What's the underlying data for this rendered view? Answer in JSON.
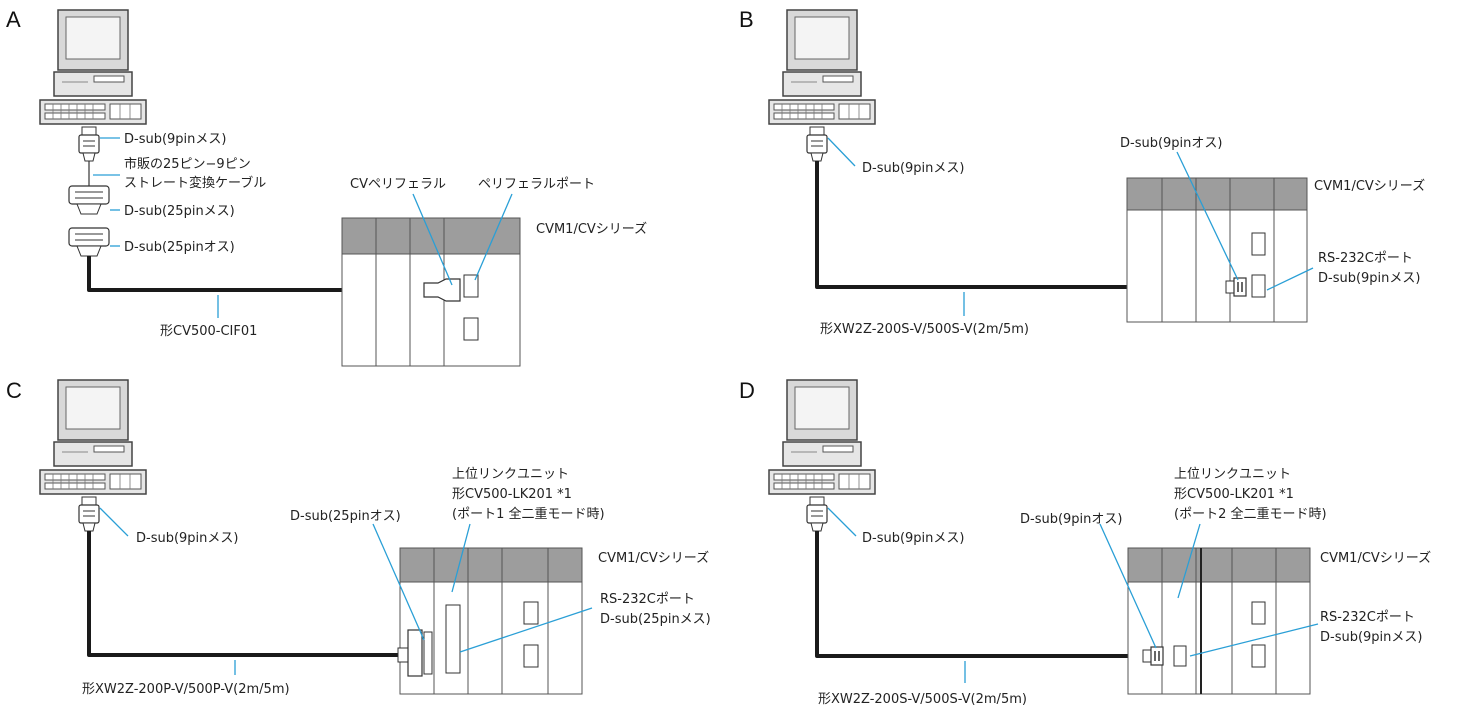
{
  "sections": [
    {
      "id": "A",
      "letter": "A",
      "plc_label": "CVM1/CVシリーズ",
      "cable_label": "形CV500-CIF01",
      "labels": {
        "dsub_9pin_f": "D-sub(9pinメス)",
        "converter_1": "市販の25ピン−9ピン",
        "converter_2": "ストレート変換ケーブル",
        "dsub_25pin_f": "D-sub(25pinメス)",
        "dsub_25pin_m": "D-sub(25pinオス)",
        "cv_peripheral": "CVペリフェラル",
        "peripheral_port": "ペリフェラルポート"
      }
    },
    {
      "id": "B",
      "letter": "B",
      "plc_label": "CVM1/CVシリーズ",
      "cable_label": "形XW2Z-200S-V/500S-V(2m/5m)",
      "labels": {
        "dsub_9pin_f": "D-sub(9pinメス)",
        "dsub_9pin_m": "D-sub(9pinオス)",
        "port_1": "RS-232Cポート",
        "port_2": "D-sub(9pinメス)"
      }
    },
    {
      "id": "C",
      "letter": "C",
      "plc_label": "CVM1/CVシリーズ",
      "cable_label": "形XW2Z-200P-V/500P-V(2m/5m)",
      "labels": {
        "dsub_9pin_f": "D-sub(9pinメス)",
        "dsub_25pin_m": "D-sub(25pinオス)",
        "unit_1": "上位リンクユニット",
        "unit_2": "形CV500-LK201 *1",
        "unit_3": "(ポート1 全二重モード時)",
        "port_1": "RS-232Cポート",
        "port_2": "D-sub(25pinメス)"
      }
    },
    {
      "id": "D",
      "letter": "D",
      "plc_label": "CVM1/CVシリーズ",
      "cable_label": "形XW2Z-200S-V/500S-V(2m/5m)",
      "labels": {
        "dsub_9pin_f": "D-sub(9pinメス)",
        "dsub_9pin_m": "D-sub(9pinオス)",
        "unit_1": "上位リンクユニット",
        "unit_2": "形CV500-LK201 *1",
        "unit_3": "(ポート2 全二重モード時)",
        "port_1": "RS-232Cポート",
        "port_2": "D-sub(9pinメス)"
      }
    }
  ],
  "colors": {
    "callout": "#2a9fd6",
    "cable": "#1a1a1a",
    "plc_header": "#9d9d9d"
  }
}
